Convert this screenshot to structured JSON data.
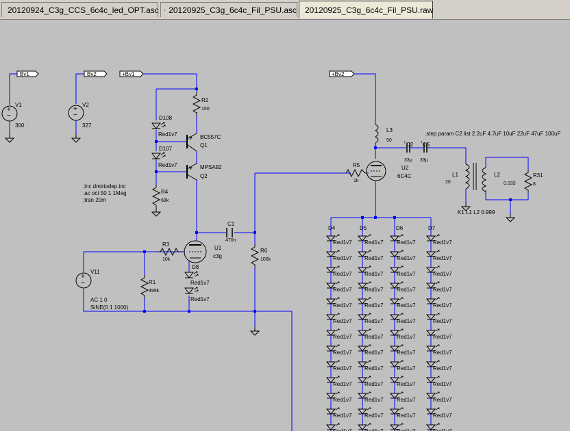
{
  "tabs": [
    {
      "label": "20120924_C3g_CCS_6c4c_led_OPT.asc",
      "icon": "schematic-icon"
    },
    {
      "label": "20120925_C3g_6c4c_Fil_PSU.asc",
      "icon": "schematic-icon"
    },
    {
      "label": "20120925_C3g_6c4c_Fil_PSU.raw",
      "icon": "waveform-icon"
    }
  ],
  "nets": {
    "bv1": "Bv1",
    "bv2": "Bv2",
    "pbv1": "+Bv1",
    "pbv2": "+Bv2"
  },
  "sources": {
    "v1": {
      "name": "V1",
      "value": "300"
    },
    "v2": {
      "name": "V2",
      "value": "327"
    },
    "v11": {
      "name": "V11",
      "ac": "AC 1 0",
      "sine": "SINE(0 1 1000)"
    }
  },
  "resistors": {
    "r2": {
      "name": "R2",
      "value": "150"
    },
    "r4": {
      "name": "R4",
      "value": "68k"
    },
    "r3": {
      "name": "R3",
      "value": "10k"
    },
    "r1": {
      "name": "R1",
      "value": "499k"
    },
    "r6": {
      "name": "R6",
      "value": "100k"
    },
    "r5": {
      "name": "R5",
      "value": "1k"
    },
    "r31": {
      "name": "R31",
      "value": "8"
    }
  },
  "transistors": {
    "q1": {
      "type": "BC557C",
      "name": "Q1"
    },
    "q2": {
      "type": "MPSA92",
      "name": "Q2"
    }
  },
  "diodes": {
    "d108": {
      "name": "D108",
      "value": "Red1v7"
    },
    "d107": {
      "name": "D107",
      "value": "Red1v7"
    },
    "d8": {
      "name": "D8",
      "value": "Red1v7"
    },
    "d8b": {
      "value": "Red1v7"
    }
  },
  "tubes": {
    "u1": {
      "name": "U1",
      "type": "c3g"
    },
    "u2": {
      "name": "U2",
      "type": "6C4C"
    }
  },
  "caps": {
    "c1": {
      "name": "C1",
      "value": "470n"
    },
    "c2": {
      "name": "C2",
      "value": "33µ"
    },
    "c5": {
      "name": "C5",
      "value": "33µ"
    }
  },
  "inductors": {
    "l3": {
      "name": "L3",
      "value": "50"
    },
    "l1": {
      "name": "L1",
      "value": "20"
    },
    "l2": {
      "name": "L2",
      "value": "0.033"
    }
  },
  "directives": {
    "inc": ".inc dmtriodep.inc",
    "ac": ".ac oct 50 1 1Meg",
    "tran": ";tran 20m",
    "step": ".step param C2 list 2.2uF 4.7uF 10uF 22uF 47uF 100uF",
    "k": "K1 L1 L2 0.999"
  },
  "led_array": {
    "columns": [
      "D4",
      "D5",
      "D6",
      "D7"
    ],
    "value": "Red1v7"
  }
}
